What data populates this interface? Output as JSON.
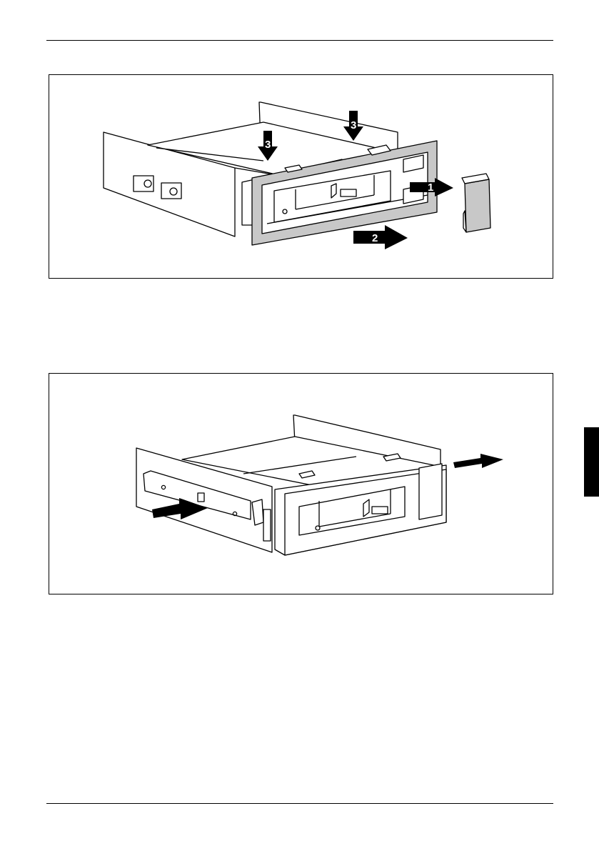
{
  "figure1": {
    "callouts": [
      "1",
      "2",
      "3",
      "3"
    ]
  },
  "figure2": {
    "callouts": []
  }
}
